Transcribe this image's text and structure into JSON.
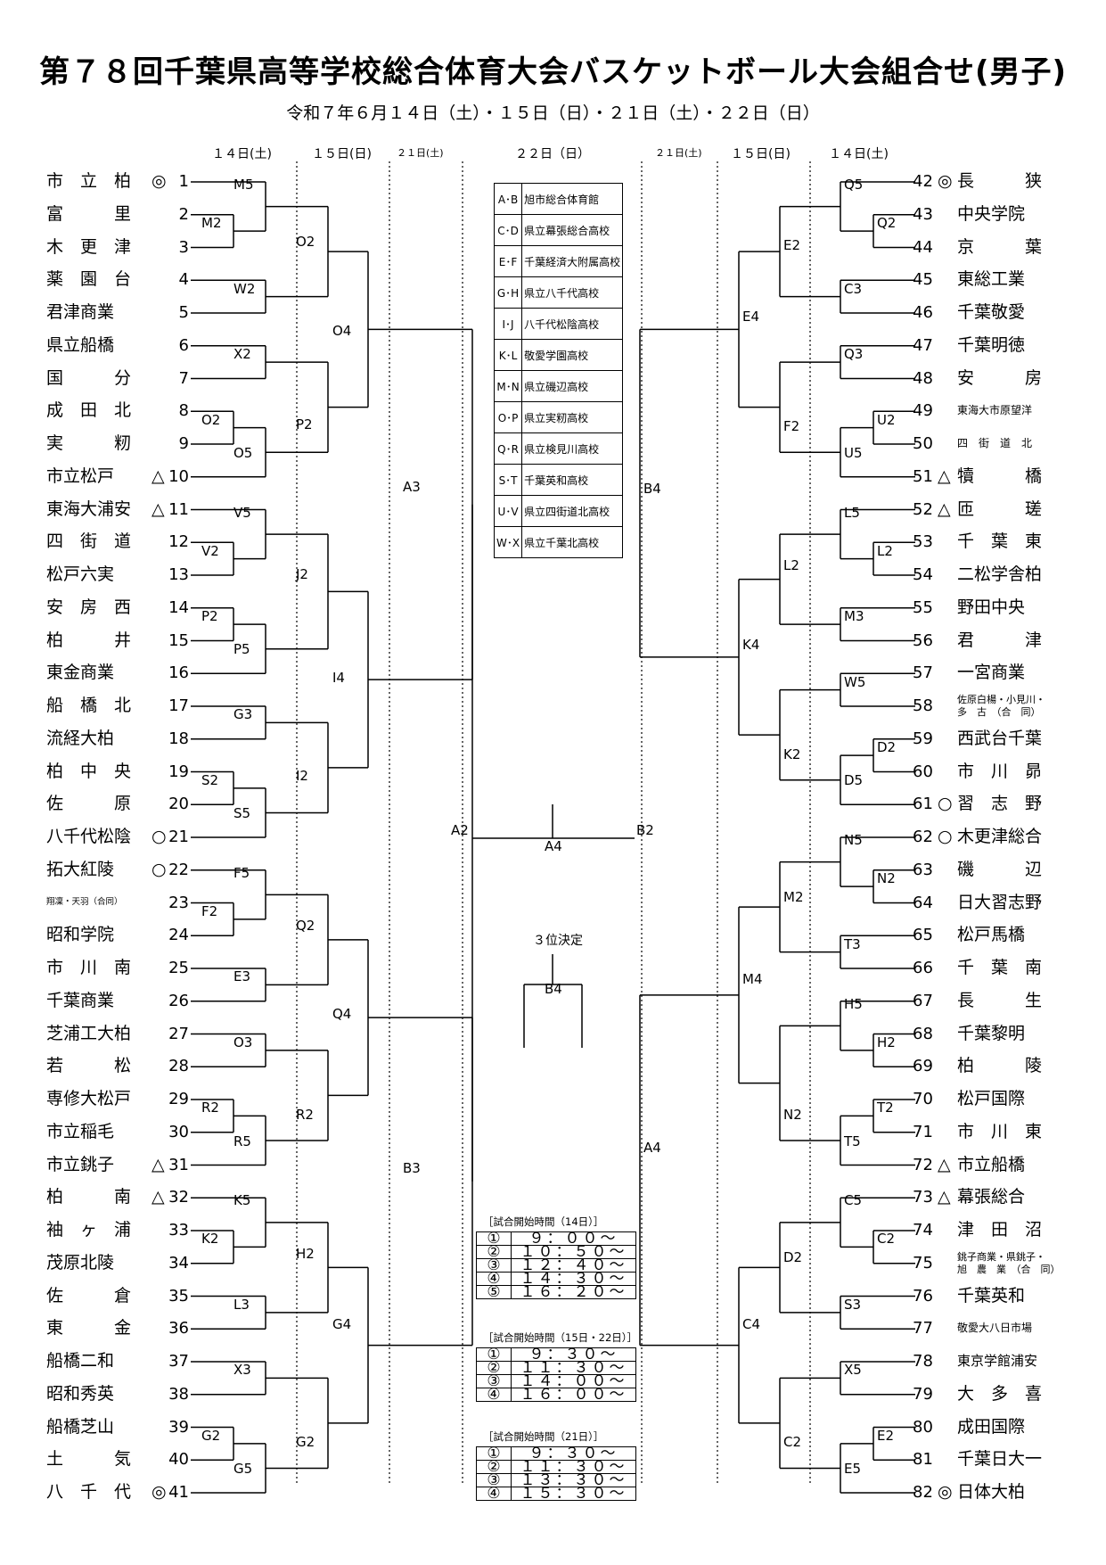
{
  "title": "第７８回千葉県高等学校総合体育大会バスケットボール大会組合せ(男子)",
  "subtitle": "令和７年６月１４日（土）・１５日（日）・２１日（土）・２２日（日）",
  "day_headers": {
    "left": [
      "１４日(土)",
      "１５日(日)",
      "２１日(土)"
    ],
    "center": "２２日（日）",
    "right": [
      "２１日(土)",
      "１５日(日)",
      "１４日(土)"
    ]
  },
  "left_teams": [
    {
      "num": "1",
      "name": "市　立　柏",
      "mark": "◎"
    },
    {
      "num": "2",
      "name": "富　　　里",
      "mark": ""
    },
    {
      "num": "3",
      "name": "木　更　津",
      "mark": ""
    },
    {
      "num": "4",
      "name": "薬　園　台",
      "mark": ""
    },
    {
      "num": "5",
      "name": "君津商業",
      "mark": ""
    },
    {
      "num": "6",
      "name": "県立船橋",
      "mark": ""
    },
    {
      "num": "7",
      "name": "国　　　分",
      "mark": ""
    },
    {
      "num": "8",
      "name": "成　田　北",
      "mark": ""
    },
    {
      "num": "9",
      "name": "実　　　籾",
      "mark": ""
    },
    {
      "num": "10",
      "name": "市立松戸",
      "mark": "△"
    },
    {
      "num": "11",
      "name": "東海大浦安",
      "mark": "△"
    },
    {
      "num": "12",
      "name": "四　街　道",
      "mark": ""
    },
    {
      "num": "13",
      "name": "松戸六実",
      "mark": ""
    },
    {
      "num": "14",
      "name": "安　房　西",
      "mark": ""
    },
    {
      "num": "15",
      "name": "柏　　　井",
      "mark": ""
    },
    {
      "num": "16",
      "name": "東金商業",
      "mark": ""
    },
    {
      "num": "17",
      "name": "船　橋　北",
      "mark": ""
    },
    {
      "num": "18",
      "name": "流経大柏",
      "mark": ""
    },
    {
      "num": "19",
      "name": "柏　中　央",
      "mark": ""
    },
    {
      "num": "20",
      "name": "佐　　　原",
      "mark": ""
    },
    {
      "num": "21",
      "name": "八千代松陰",
      "mark": "○"
    },
    {
      "num": "22",
      "name": "拓大紅陵",
      "mark": "○"
    },
    {
      "num": "23",
      "name": "翔凜・天羽（合同）",
      "mark": "",
      "size": "tiny"
    },
    {
      "num": "24",
      "name": "昭和学院",
      "mark": ""
    },
    {
      "num": "25",
      "name": "市　川　南",
      "mark": ""
    },
    {
      "num": "26",
      "name": "千葉商業",
      "mark": ""
    },
    {
      "num": "27",
      "name": "芝浦工大柏",
      "mark": ""
    },
    {
      "num": "28",
      "name": "若　　　松",
      "mark": ""
    },
    {
      "num": "29",
      "name": "専修大松戸",
      "mark": ""
    },
    {
      "num": "30",
      "name": "市立稲毛",
      "mark": ""
    },
    {
      "num": "31",
      "name": "市立銚子",
      "mark": "△"
    },
    {
      "num": "32",
      "name": "柏　　　南",
      "mark": "△"
    },
    {
      "num": "33",
      "name": "袖　ヶ　浦",
      "mark": ""
    },
    {
      "num": "34",
      "name": "茂原北陵",
      "mark": ""
    },
    {
      "num": "35",
      "name": "佐　　　倉",
      "mark": ""
    },
    {
      "num": "36",
      "name": "東　　　金",
      "mark": ""
    },
    {
      "num": "37",
      "name": "船橋二和",
      "mark": ""
    },
    {
      "num": "38",
      "name": "昭和秀英",
      "mark": ""
    },
    {
      "num": "39",
      "name": "船橋芝山",
      "mark": ""
    },
    {
      "num": "40",
      "name": "土　　　気",
      "mark": ""
    },
    {
      "num": "41",
      "name": "八　千　代",
      "mark": "◎"
    }
  ],
  "right_teams": [
    {
      "num": "42",
      "name": "長　　　狭",
      "mark": "◎"
    },
    {
      "num": "43",
      "name": "中央学院",
      "mark": ""
    },
    {
      "num": "44",
      "name": "京　　　葉",
      "mark": ""
    },
    {
      "num": "45",
      "name": "東総工業",
      "mark": ""
    },
    {
      "num": "46",
      "name": "千葉敬愛",
      "mark": ""
    },
    {
      "num": "47",
      "name": "千葉明徳",
      "mark": ""
    },
    {
      "num": "48",
      "name": "安　　　房",
      "mark": ""
    },
    {
      "num": "49",
      "name": "東海大市原望洋",
      "mark": "",
      "size": "small"
    },
    {
      "num": "50",
      "name": "四　街　道　北",
      "mark": "",
      "size": "small"
    },
    {
      "num": "51",
      "name": "犢　　　橋",
      "mark": "△"
    },
    {
      "num": "52",
      "name": "匝　　　瑳",
      "mark": "△"
    },
    {
      "num": "53",
      "name": "千　葉　東",
      "mark": ""
    },
    {
      "num": "54",
      "name": "二松学舎柏",
      "mark": ""
    },
    {
      "num": "55",
      "name": "野田中央",
      "mark": ""
    },
    {
      "num": "56",
      "name": "君　　　津",
      "mark": ""
    },
    {
      "num": "57",
      "name": "一宮商業",
      "mark": ""
    },
    {
      "num": "58",
      "name": "佐原白楊・小見川・\n多　古　（合　同）",
      "mark": "",
      "size": "two"
    },
    {
      "num": "59",
      "name": "西武台千葉",
      "mark": ""
    },
    {
      "num": "60",
      "name": "市　川　昴",
      "mark": ""
    },
    {
      "num": "61",
      "name": "習　志　野",
      "mark": "○"
    },
    {
      "num": "62",
      "name": "木更津総合",
      "mark": "○"
    },
    {
      "num": "63",
      "name": "磯　　　辺",
      "mark": ""
    },
    {
      "num": "64",
      "name": "日大習志野",
      "mark": ""
    },
    {
      "num": "65",
      "name": "松戸馬橋",
      "mark": ""
    },
    {
      "num": "66",
      "name": "千　葉　南",
      "mark": ""
    },
    {
      "num": "67",
      "name": "長　　　生",
      "mark": ""
    },
    {
      "num": "68",
      "name": "千葉黎明",
      "mark": ""
    },
    {
      "num": "69",
      "name": "柏　　　陵",
      "mark": ""
    },
    {
      "num": "70",
      "name": "松戸国際",
      "mark": ""
    },
    {
      "num": "71",
      "name": "市　川　東",
      "mark": ""
    },
    {
      "num": "72",
      "name": "市立船橋",
      "mark": "△"
    },
    {
      "num": "73",
      "name": "幕張総合",
      "mark": "△"
    },
    {
      "num": "74",
      "name": "津　田　沼",
      "mark": ""
    },
    {
      "num": "75",
      "name": "銚子商業・県銚子・\n旭　農　業　（合　同）",
      "mark": "",
      "size": "two"
    },
    {
      "num": "76",
      "name": "千葉英和",
      "mark": ""
    },
    {
      "num": "77",
      "name": "敬愛大八日市場",
      "mark": "",
      "size": "small"
    },
    {
      "num": "78",
      "name": "東京学館浦安",
      "mark": "",
      "size": "small15"
    },
    {
      "num": "79",
      "name": "大　多　喜",
      "mark": ""
    },
    {
      "num": "80",
      "name": "成田国際",
      "mark": ""
    },
    {
      "num": "81",
      "name": "千葉日大一",
      "mark": ""
    },
    {
      "num": "82",
      "name": "日体大柏",
      "mark": "◎"
    }
  ],
  "matches": {
    "M5": "M5",
    "M2": "M2",
    "W2": "W2",
    "X2": "X2",
    "O2": "O2",
    "O5": "O5",
    "V5": "V5",
    "V2": "V2",
    "P2": "P2",
    "P5": "P5",
    "G3": "G3",
    "S2": "S2",
    "S5": "S5",
    "F5": "F5",
    "F2": "F2",
    "E3": "E3",
    "O3": "O3",
    "R2": "R2",
    "R5": "R5",
    "K5": "K5",
    "K2": "K2",
    "L3": "L3",
    "X3": "X3",
    "G2": "G2",
    "G5": "G5",
    "O2r15": "O2",
    "P2r15": "P2",
    "J2": "J2",
    "I2": "I2",
    "Q2": "Q2",
    "R2r15": "R2",
    "H2": "H2",
    "G2r15": "G2",
    "O4": "O4",
    "I4": "I4",
    "Q4": "Q4",
    "G4": "G4",
    "A3": "A3",
    "B3": "B3",
    "A2": "A2",
    "B2": "B2",
    "A4": "A4",
    "B4": "B4",
    "Q5": "Q5",
    "C3": "C3",
    "Q3": "Q3",
    "U2": "U2",
    "U5": "U5",
    "L5": "L5",
    "L2": "L2",
    "M3": "M3",
    "W5": "W5",
    "D2": "D2",
    "D5": "D5",
    "N5": "N5",
    "N2": "N2",
    "T3": "T3",
    "H5": "H5",
    "T2": "T2",
    "T5": "T5",
    "C5": "C5",
    "C2": "C2",
    "S3": "S3",
    "X5": "X5",
    "E2": "E2",
    "E5": "E5",
    "E2r15": "E2",
    "L2r15": "L2",
    "K2r15": "K2",
    "M2r15": "M2",
    "N2r15": "N2",
    "D2r15": "D2",
    "C2r15": "C2",
    "E4": "E4",
    "K4": "K4",
    "M4": "M4",
    "C4": "C4",
    "B4r": "B4",
    "A4r": "A4"
  },
  "third_place_label": "３位決定",
  "venues": [
    {
      "courts": "A･B",
      "name": "旭市総合体育館"
    },
    {
      "courts": "C･D",
      "name": "県立幕張総合高校"
    },
    {
      "courts": "E･F",
      "name": "千葉経済大附属高校"
    },
    {
      "courts": "G･H",
      "name": "県立八千代高校"
    },
    {
      "courts": "I･J",
      "name": "八千代松陰高校"
    },
    {
      "courts": "K･L",
      "name": "敬愛学園高校"
    },
    {
      "courts": "M･N",
      "name": "県立磯辺高校"
    },
    {
      "courts": "O･P",
      "name": "県立実籾高校"
    },
    {
      "courts": "Q･R",
      "name": "県立検見川高校"
    },
    {
      "courts": "S･T",
      "name": "千葉英和高校"
    },
    {
      "courts": "U･V",
      "name": "県立四街道北高校"
    },
    {
      "courts": "W･X",
      "name": "県立千葉北高校"
    }
  ],
  "schedules": [
    {
      "caption": "［試合開始時間（14日）］",
      "rows": [
        [
          "①",
          "９：００～"
        ],
        [
          "②",
          "１０：５０～"
        ],
        [
          "③",
          "１２：４０～"
        ],
        [
          "④",
          "１４：３０～"
        ],
        [
          "⑤",
          "１６：２０～"
        ]
      ]
    },
    {
      "caption": "［試合開始時間（15日・22日）］",
      "rows": [
        [
          "①",
          "９：３０～"
        ],
        [
          "②",
          "１１：３０～"
        ],
        [
          "③",
          "１４：００～"
        ],
        [
          "④",
          "１６：００～"
        ]
      ]
    },
    {
      "caption": "［試合開始時間（21日）］",
      "rows": [
        [
          "①",
          "９：３０～"
        ],
        [
          "②",
          "１１：３０～"
        ],
        [
          "③",
          "１３：３０～"
        ],
        [
          "④",
          "１５：３０～"
        ]
      ]
    }
  ]
}
